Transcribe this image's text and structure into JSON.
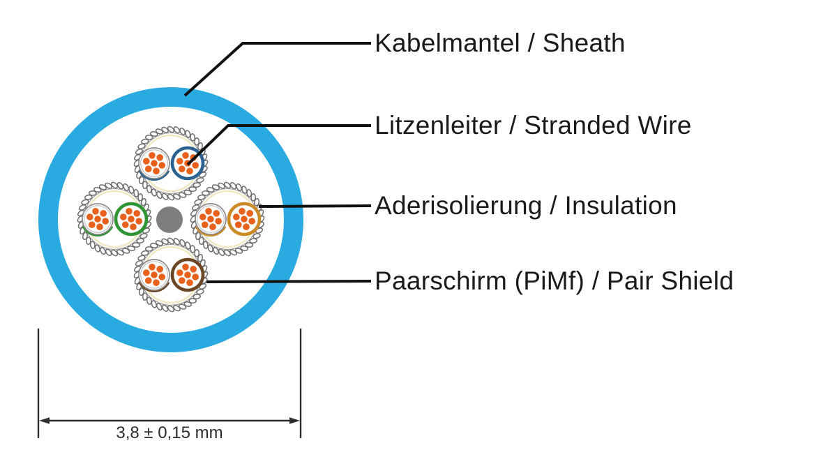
{
  "diagram": {
    "labels": [
      {
        "id": "sheath",
        "text": "Kabelmantel / Sheath"
      },
      {
        "id": "stranded-wire",
        "text": "Litzenleiter / Stranded Wire"
      },
      {
        "id": "insulation",
        "text": "Aderisolierung / Insulation"
      },
      {
        "id": "pair-shield",
        "text": "Paarschirm (PiMf) / Pair Shield"
      }
    ],
    "dimension": {
      "text": "3,8 ± 0,15 mm"
    },
    "colors": {
      "sheath": "#29ABE2",
      "filler": "#7E7E7E",
      "strand": "#E8611C",
      "braid": "#6E6E6E",
      "foil": "#EFE9C2",
      "white_wire_outline": "#8C8C8C",
      "white_wire_inner": "#B8B8B8",
      "leader": "#111111",
      "dimension": "#2D2D2D",
      "text": "#1A1A1A"
    },
    "pairs": [
      {
        "name": "blue",
        "color": "#2B6290",
        "position": "top"
      },
      {
        "name": "green",
        "color": "#2F9433",
        "position": "left"
      },
      {
        "name": "orange",
        "color": "#CC8A26",
        "position": "right"
      },
      {
        "name": "brown",
        "color": "#6B4726",
        "position": "bottom"
      }
    ]
  }
}
